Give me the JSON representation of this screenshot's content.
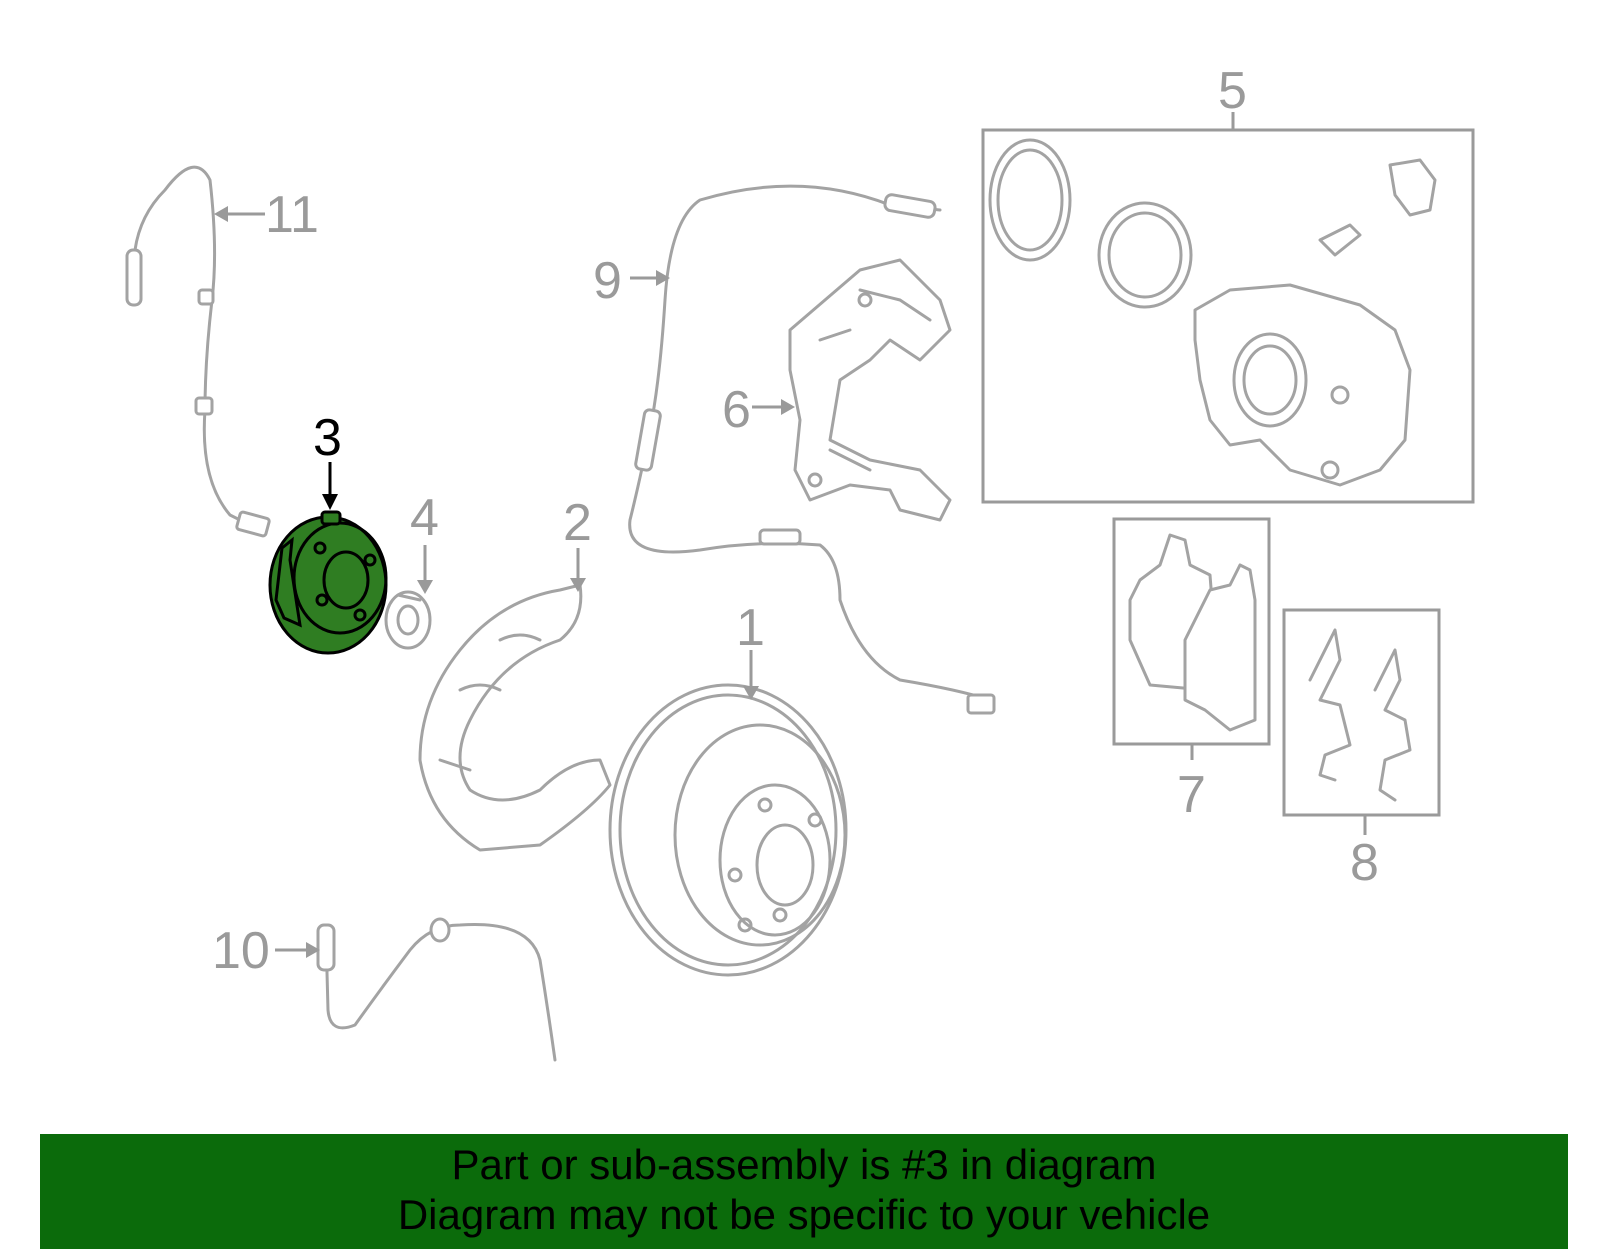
{
  "diagram": {
    "highlighted_part": "3",
    "labels": {
      "p1": "1",
      "p2": "2",
      "p3": "3",
      "p4": "4",
      "p5": "5",
      "p6": "6",
      "p7": "7",
      "p8": "8",
      "p9": "9",
      "p10": "10",
      "p11": "11"
    },
    "colors": {
      "highlight": "#2f7d22",
      "banner": "#0b6b0b",
      "linework": "#a3a3a3"
    }
  },
  "banner": {
    "line1": "Part or sub-assembly is #3 in diagram",
    "line2": "Diagram may not be specific to your vehicle"
  }
}
